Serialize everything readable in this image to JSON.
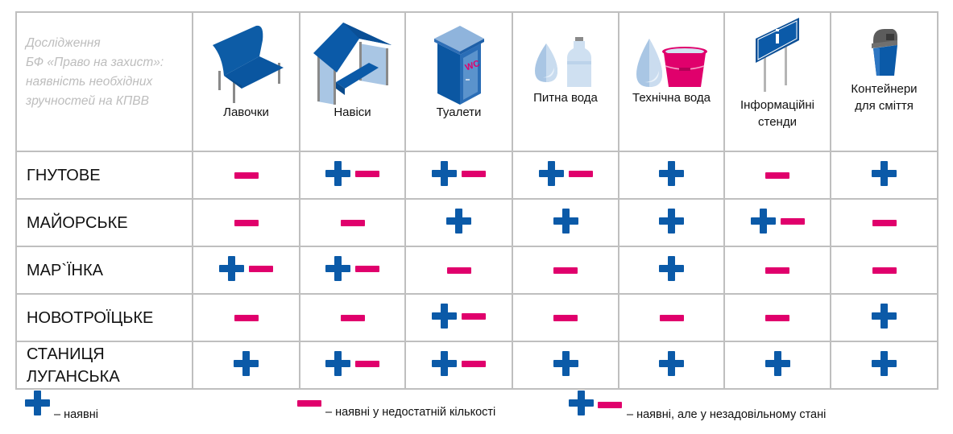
{
  "intro": {
    "lines": [
      "Дослідження",
      "БФ «Право на захист»:",
      "наявність необхідних",
      "зручностей на КПВВ"
    ]
  },
  "columns": [
    {
      "label": "Лавочки",
      "icon": "bench-icon"
    },
    {
      "label": "Навіси",
      "icon": "shelter-icon"
    },
    {
      "label": "Туалети",
      "icon": "toilet-icon"
    },
    {
      "label": "Питна вода",
      "icon": "drinking-water-icon"
    },
    {
      "label": "Технічна вода",
      "icon": "technical-water-icon"
    },
    {
      "label_lines": [
        "Інформаційні",
        "стенди"
      ],
      "icon": "info-stand-icon"
    },
    {
      "label_lines": [
        "Контейнери",
        "для сміття"
      ],
      "icon": "trash-bin-icon"
    }
  ],
  "rows": [
    {
      "place": [
        "ГНУТОВЕ"
      ],
      "values": [
        "minus",
        "plusminus",
        "plusminus",
        "plusminus",
        "plus",
        "minus",
        "plus"
      ]
    },
    {
      "place": [
        "МАЙОРСЬКЕ"
      ],
      "values": [
        "minus",
        "minus",
        "plus",
        "plus",
        "plus",
        "plusminus",
        "minus"
      ]
    },
    {
      "place": [
        "МАР`ЇНКА"
      ],
      "values": [
        "plusminus",
        "plusminus",
        "minus",
        "minus",
        "plus",
        "minus",
        "minus"
      ]
    },
    {
      "place": [
        "НОВОТРОЇЦЬКЕ"
      ],
      "values": [
        "minus",
        "minus",
        "plusminus",
        "minus",
        "minus",
        "minus",
        "plus"
      ]
    },
    {
      "place": [
        "СТАНИЦЯ",
        "ЛУГАНСЬКА"
      ],
      "values": [
        "plus",
        "plusminus",
        "plusminus",
        "plus",
        "plus",
        "plus",
        "plus"
      ]
    }
  ],
  "legend": {
    "plus": "– наявні",
    "minus": "– наявні у недостатній кількості",
    "plusminus": "– наявні, але у незадовільному стані"
  },
  "colors": {
    "plus": "#0b5aa8",
    "minus": "#e0006c",
    "grid": "#bfbfbf",
    "intro_text": "#bdbdbd"
  }
}
